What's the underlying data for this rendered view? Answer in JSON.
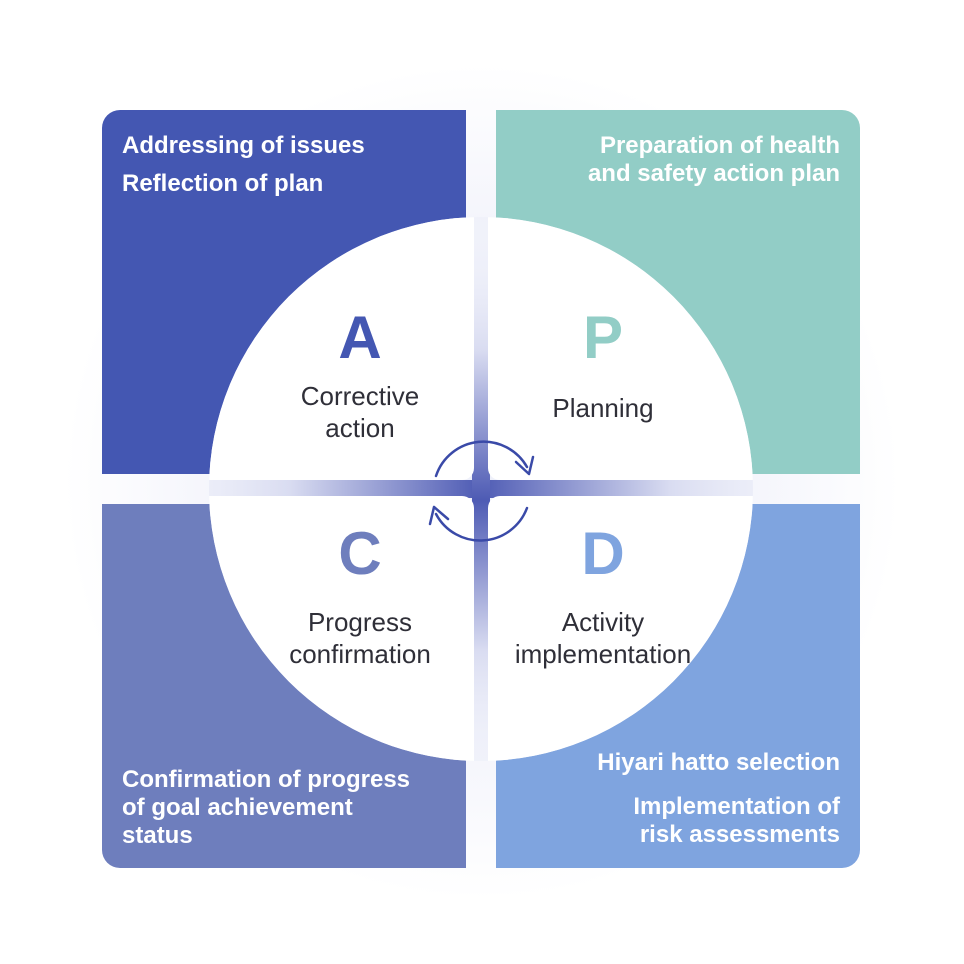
{
  "quadrants": {
    "act": {
      "letter": "A",
      "label_lines": [
        "Corrective",
        "action"
      ],
      "notes": [
        "Addressing of issues",
        "Reflection of plan"
      ],
      "color": "#4457b2"
    },
    "plan": {
      "letter": "P",
      "label_lines": [
        "Planning"
      ],
      "notes": [
        "Preparation of health",
        "and safety action plan"
      ],
      "color": "#92cdc6"
    },
    "check": {
      "letter": "C",
      "label_lines": [
        "Progress",
        "confirmation"
      ],
      "notes": [
        "Confirmation of progress",
        "of goal achievement",
        "status"
      ],
      "color": "#6e7ebd"
    },
    "do": {
      "letter": "D",
      "label_lines": [
        "Activity",
        "implementation"
      ],
      "notes": [
        "Hiyari hatto selection",
        "Implementation of",
        "risk assessments"
      ],
      "color": "#7fa4df"
    }
  },
  "colors": {
    "cycle_arrow": "#3a4aa8",
    "label_text": "#2f2f38"
  },
  "icons": {
    "cycle": "cycle-arrows-icon"
  }
}
